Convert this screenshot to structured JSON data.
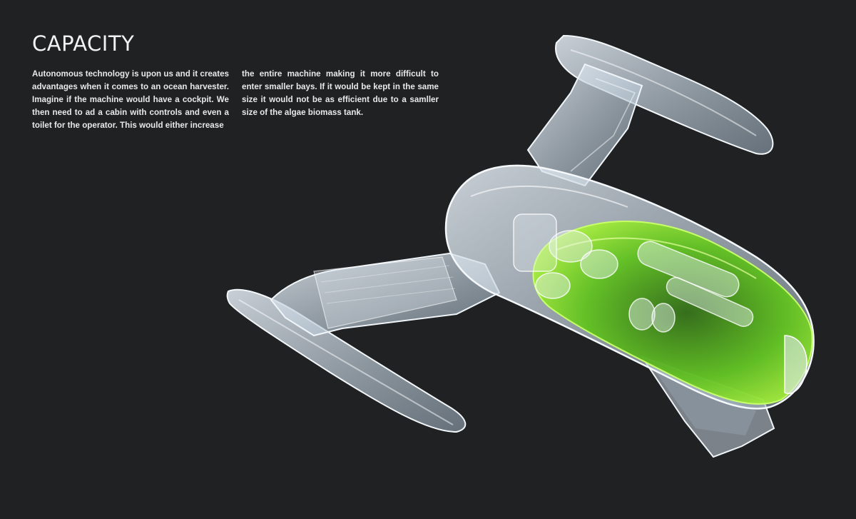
{
  "page": {
    "title": "CAPACITY",
    "paragraph_left": "Autonomous technology is upon us and it creates advantages when it comes to an ocean harvester. Imagine if the machine would have a cockpit. We then need to ad a cabin with controls and even a toilet for the operator. This would either increase",
    "paragraph_right": "the entire machine making it more difficult to enter smaller bays. If it would be kept in the same size it would not be as efficient due to a samller size of the algae biomass tank."
  },
  "colors": {
    "background": "#202123",
    "text": "#e8e8e8",
    "structure": "#cfdbe6",
    "biomass_tank": "#7fdc2a"
  }
}
